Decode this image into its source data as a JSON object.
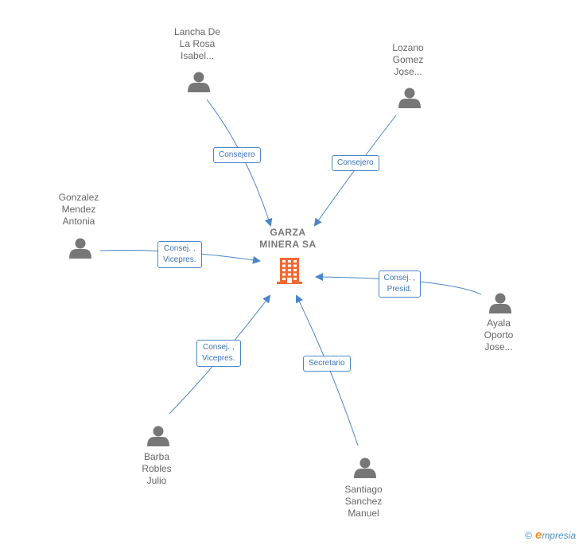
{
  "colors": {
    "edge": "#4a86c8",
    "person": "#777777",
    "company": "#f26a33"
  },
  "center": {
    "name": "GARZA\nMINERA SA",
    "icon": "building-icon"
  },
  "nodes": [
    {
      "id": "lancha",
      "name": "Lancha De\nLa Rosa\nIsabel...",
      "role": "Consejero"
    },
    {
      "id": "lozano",
      "name": "Lozano\nGomez\nJose...",
      "role": "Consejero"
    },
    {
      "id": "gonzalez",
      "name": "Gonzalez\nMendez\nAntonia",
      "role": "Consej. ,\nVicepres."
    },
    {
      "id": "ayala",
      "name": "Ayala\nOporto\nJose...",
      "role": "Consej. ,\nPresid."
    },
    {
      "id": "barba",
      "name": "Barba\nRobles\nJulio",
      "role": "Consej. ,\nVicepres."
    },
    {
      "id": "santiago",
      "name": "Santiago\nSanchez\nManuel",
      "role": "Secretario"
    }
  ],
  "footer": {
    "copyright": "©",
    "brand_first": "e",
    "brand_rest": "mpresia"
  }
}
